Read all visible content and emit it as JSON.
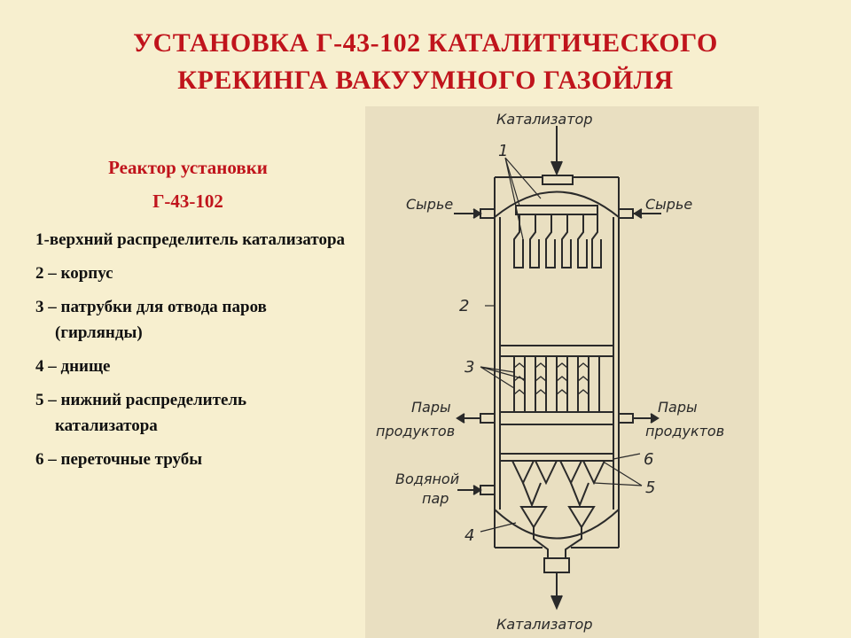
{
  "title": {
    "line1": "УСТАНОВКА Г-43-102 КАТАЛИТИЧЕСКОГО",
    "line2": "КРЕКИНГА ВАКУУМНОГО ГАЗОЙЛЯ"
  },
  "subtitle": {
    "line1": "Реактор установки",
    "line2": "Г-43-102"
  },
  "legend": [
    "1-верхний распределитель катализатора",
    "2 – корпус",
    "3 – патрубки для отвода паров (гирлянды)",
    "4 – днище",
    "5 – нижний распределитель катализатора",
    "6 – переточные трубы"
  ],
  "diagram": {
    "catalyst_in": "Катализатор",
    "catalyst_out": "Катализатор",
    "feed_left": "Сырье",
    "feed_right": "Сырье",
    "vapors_left_1": "Пары",
    "vapors_left_2": "продуктов",
    "vapors_right_1": "Пары",
    "vapors_right_2": "продуктов",
    "steam_1": "Водяной",
    "steam_2": "пар",
    "n1": "1",
    "n2": "2",
    "n3": "3",
    "n4": "4",
    "n5": "5",
    "n6": "6"
  },
  "colors": {
    "title": "#c0141c",
    "background": "#f7efcf",
    "diagram_background": "#e9dfc1",
    "ink": "#2a2a2a"
  }
}
